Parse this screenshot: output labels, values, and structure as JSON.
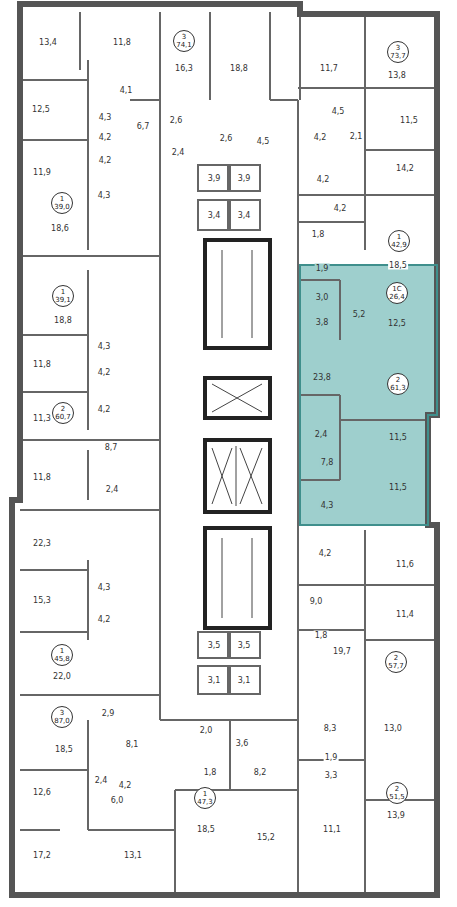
{
  "diagram": {
    "nodes": [
      {
        "text": [
          "3",
          "74,1"
        ]
      },
      {
        "text": [
          "3",
          "73,7"
        ]
      },
      {
        "text": [
          "1",
          "39,0"
        ]
      },
      {
        "text": [
          "1",
          "42,9"
        ]
      },
      {
        "text": [
          "1С",
          "26,4"
        ]
      },
      {
        "text": [
          "1",
          "39,1"
        ]
      },
      {
        "text": [
          "2",
          "60,7"
        ]
      },
      {
        "text": [
          "2",
          "61,3"
        ]
      },
      {
        "text": [
          "1",
          "45,8"
        ]
      },
      {
        "text": [
          "2",
          "57,7"
        ]
      },
      {
        "text": [
          "3",
          "87,0"
        ]
      },
      {
        "text": [
          "2",
          "51,5"
        ]
      },
      {
        "text": [
          "1",
          "47,3"
        ]
      }
    ],
    "labels": [
      "13,4",
      "11,8",
      "16,3",
      "18,8",
      "11,7",
      "13,8",
      "12,5",
      "4,1",
      "4,3",
      "4,2",
      "6,7",
      "2,6",
      "2,4",
      "2,6",
      "4,5",
      "4,5",
      "4,2",
      "2,1",
      "11,5",
      "11,9",
      "4,2",
      "4,3",
      "4,2",
      "14,2",
      "4,2",
      "18,6",
      "3,9",
      "3,9",
      "3,4",
      "3,4",
      "1,8",
      "18,5",
      "1,9",
      "3,0",
      "3,8",
      "5,2",
      "12,5",
      "18,8",
      "4,3",
      "11,8",
      "4,2",
      "11,3",
      "4,2",
      "23,8",
      "2,4",
      "11,5",
      "8,7",
      "7,8",
      "11,8",
      "2,4",
      "4,3",
      "11,5",
      "22,3",
      "4,2",
      "11,6",
      "15,3",
      "4,3",
      "9,0",
      "4,2",
      "11,4",
      "22,0",
      "1,8",
      "19,7",
      "3,5",
      "3,5",
      "3,1",
      "3,1",
      "2,9",
      "18,5",
      "8,1",
      "2,0",
      "3,6",
      "8,3",
      "13,0",
      "1,9",
      "3,3",
      "13,9",
      "2,4",
      "4,2",
      "6,0",
      "1,8",
      "8,2",
      "12,6",
      "18,5",
      "11,1",
      "15,2",
      "17,2",
      "13,1"
    ]
  }
}
